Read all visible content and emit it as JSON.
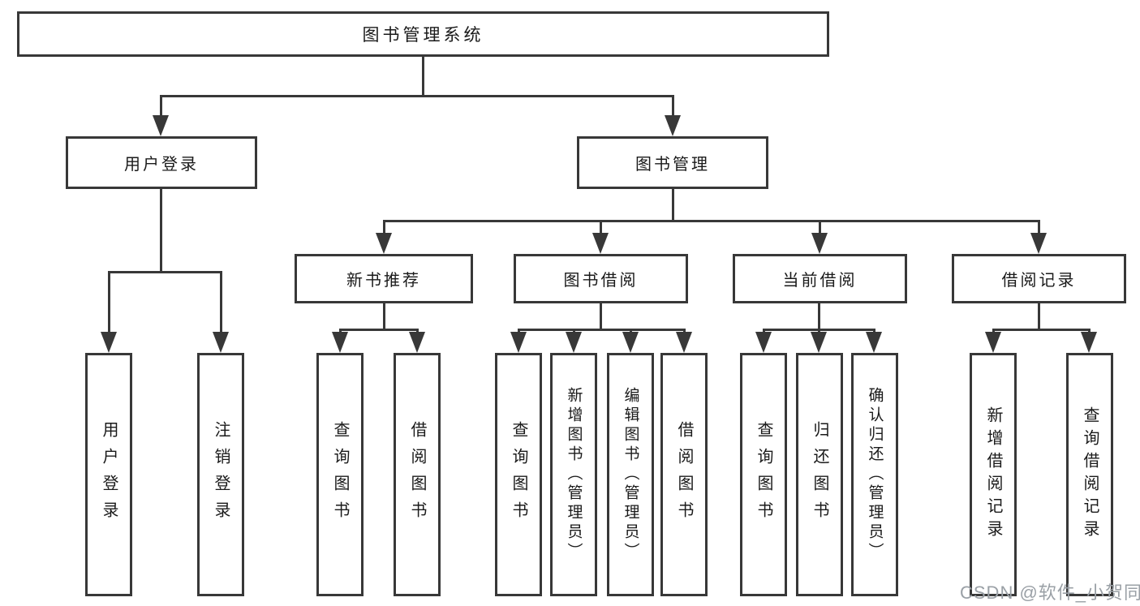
{
  "diagram": {
    "title": "图书管理系统",
    "watermark": "CSDN @软件_小贺同学",
    "colors": {
      "line": "#383838",
      "text": "#1a1a1a",
      "background": "#ffffff",
      "watermark": "#9aa0a6"
    },
    "level1": [
      {
        "label": "用户登录",
        "parent": "图书管理系统"
      },
      {
        "label": "图书管理",
        "parent": "图书管理系统"
      }
    ],
    "level2": [
      {
        "label": "新书推荐",
        "parent": "图书管理"
      },
      {
        "label": "图书借阅",
        "parent": "图书管理"
      },
      {
        "label": "当前借阅",
        "parent": "图书管理"
      },
      {
        "label": "借阅记录",
        "parent": "图书管理"
      }
    ],
    "leaves": [
      {
        "label": "用户登录",
        "parent": "用户登录"
      },
      {
        "label": "注销登录",
        "parent": "用户登录"
      },
      {
        "label": "查询图书",
        "parent": "新书推荐"
      },
      {
        "label": "借阅图书",
        "parent": "新书推荐"
      },
      {
        "label": "查询图书",
        "parent": "图书借阅"
      },
      {
        "label": "新增图书（管理员）",
        "parent": "图书借阅"
      },
      {
        "label": "编辑图书（管理员）",
        "parent": "图书借阅"
      },
      {
        "label": "借阅图书",
        "parent": "图书借阅"
      },
      {
        "label": "查询图书",
        "parent": "当前借阅"
      },
      {
        "label": "归还图书",
        "parent": "当前借阅"
      },
      {
        "label": "确认归还（管理员）",
        "parent": "当前借阅"
      },
      {
        "label": "新增借阅记录",
        "parent": "借阅记录"
      },
      {
        "label": "查询借阅记录",
        "parent": "借阅记录"
      }
    ]
  }
}
